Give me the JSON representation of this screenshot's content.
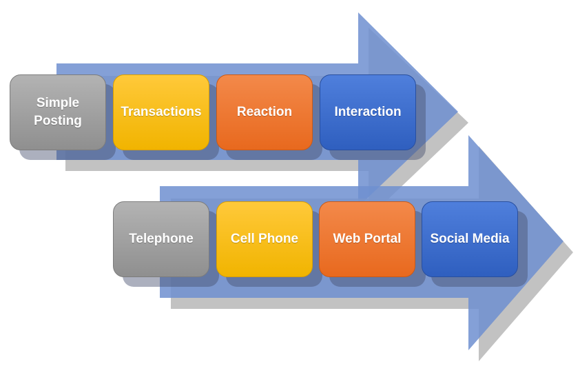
{
  "diagram": {
    "row1": [
      {
        "label": "Simple\nPosting",
        "color": "gray"
      },
      {
        "label": "Transactions",
        "color": "yellow"
      },
      {
        "label": "Reaction",
        "color": "orange"
      },
      {
        "label": "Interaction",
        "color": "blue"
      }
    ],
    "row2": [
      {
        "label": "Telephone",
        "color": "gray"
      },
      {
        "label": "Cell Phone",
        "color": "yellow"
      },
      {
        "label": "Web Portal",
        "color": "orange"
      },
      {
        "label": "Social Media",
        "color": "blue"
      }
    ]
  },
  "colors": {
    "arrow_blue": "#6f8fd0",
    "arrow_shadow": "#b9b9b9",
    "gray": "#a0a0a0",
    "yellow": "#f7bd14",
    "orange": "#ee7a33",
    "blue": "#3f6fcf"
  }
}
